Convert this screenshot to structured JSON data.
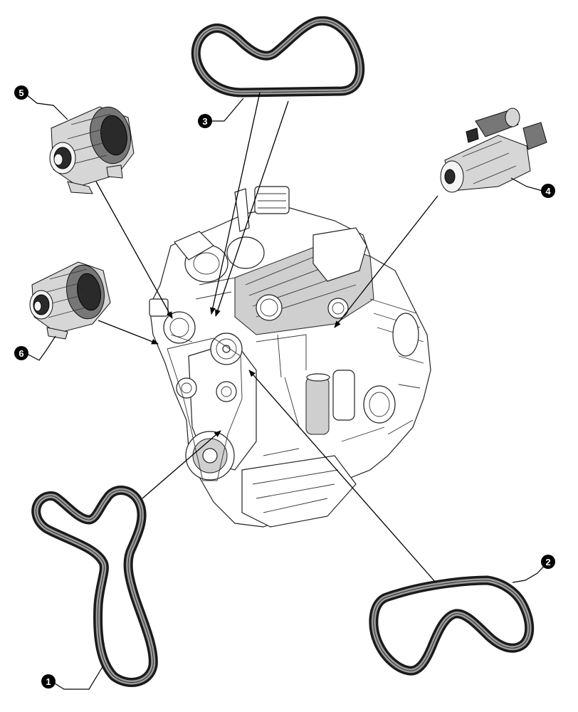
{
  "callouts": [
    {
      "id": "1",
      "label": "1",
      "part": "belt-1"
    },
    {
      "id": "2",
      "label": "2",
      "part": "belt-2"
    },
    {
      "id": "3",
      "label": "3",
      "part": "belt-3"
    },
    {
      "id": "4",
      "label": "4",
      "part": "starter-motor"
    },
    {
      "id": "5",
      "label": "5",
      "part": "alternator-5"
    },
    {
      "id": "6",
      "label": "6",
      "part": "alternator-6"
    }
  ]
}
